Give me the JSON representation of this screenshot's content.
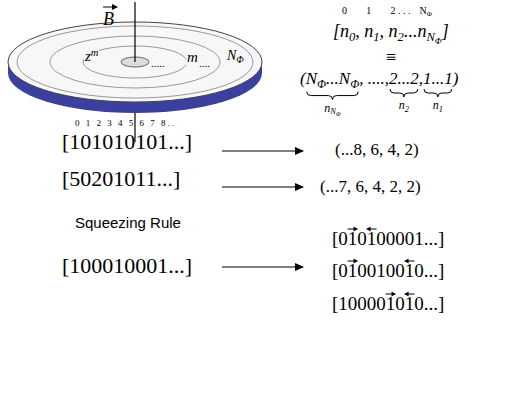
{
  "diagram": {
    "labels": [
      "B",
      "z",
      "m",
      ".....",
      "m",
      "....",
      "N",
      "Φ",
      "0",
      "1",
      "2 . . .",
      "N",
      "Φ",
      "[n",
      "0",
      ", n",
      "1",
      ", n",
      "2",
      "...n",
      "N",
      "Φ",
      "]",
      "≡",
      "(",
      "N",
      "Φ",
      "...N",
      "Φ",
      ", ....,",
      "2...2",
      ",",
      "1...1",
      ")",
      "n",
      "N",
      "Φ",
      "n",
      "2",
      "n",
      "1",
      "0 1 2 3 4 5 6 7 8..",
      "[101010101...]",
      "(...8, 6, 4, 2)",
      "[50201011...]",
      "(...7, 6, 4, 2, 2)",
      "Squeezing Rule",
      "[100010001...]",
      "[010100001...]",
      "[010010010...]",
      "[100001010...]"
    ]
  }
}
